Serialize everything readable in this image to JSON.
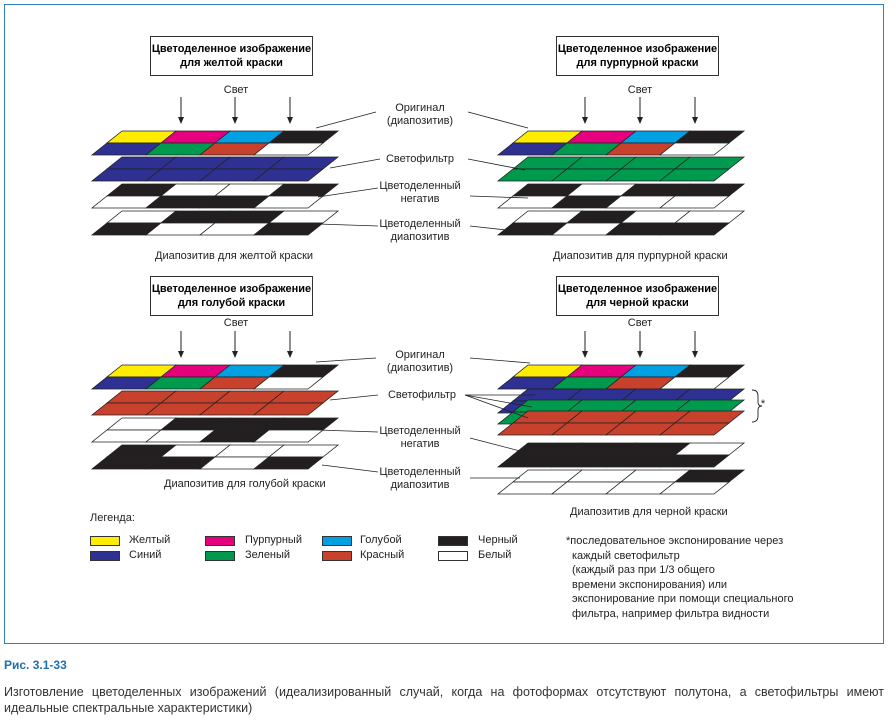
{
  "colors": {
    "yellow": "#ffec00",
    "blue": "#2e3192",
    "magenta": "#e6007e",
    "green": "#009a4e",
    "cyan": "#00a0e3",
    "red": "#c8412d",
    "black": "#231f20",
    "white": "#ffffff",
    "frame": "#2f7fbf",
    "figure_number": "#1f6fae"
  },
  "quadrants": {
    "yellow": {
      "title_line1": "Цветоделенное изображение",
      "title_line2": "для желтой краски",
      "light": "Свет",
      "caption": "Диапозитив для желтой краски"
    },
    "magenta": {
      "title_line1": "Цветоделенное изображение",
      "title_line2": "для пурпурной краски",
      "light": "Свет",
      "caption": "Диапозитив для пурпурной краски"
    },
    "cyan": {
      "title_line1": "Цветоделенное изображение",
      "title_line2": "для голубой краски",
      "light": "Свет",
      "caption": "Диапозитив для голубой краски"
    },
    "black": {
      "title_line1": "Цветоделенное изображение",
      "title_line2": "для черной краски",
      "light": "Свет",
      "caption": "Диапозитив для черной краски"
    }
  },
  "labels_top": {
    "original_1": "Оригинал",
    "original_2": "(диапозитив)",
    "filter": "Светофильтр",
    "negative_1": "Цветоделенный",
    "negative_2": "негатив",
    "positive_1": "Цветоделенный",
    "positive_2": "диапозитив"
  },
  "labels_bottom": {
    "original_1": "Оригинал",
    "original_2": "(диапозитив)",
    "filter": "Светофильтр",
    "negative_1": "Цветоделенный",
    "negative_2": "негатив",
    "positive_1": "Цветоделенный",
    "positive_2": "диапозитив"
  },
  "asterisk": "*",
  "legend": {
    "title": "Легенда:",
    "items": [
      {
        "label": "Желтый",
        "color": "#ffec00"
      },
      {
        "label": "Синий",
        "color": "#2e3192"
      },
      {
        "label": "Пурпурный",
        "color": "#e6007e"
      },
      {
        "label": "Зеленый",
        "color": "#009a4e"
      },
      {
        "label": "Голубой",
        "color": "#00a0e3"
      },
      {
        "label": "Красный",
        "color": "#c8412d"
      },
      {
        "label": "Черный",
        "color": "#231f20"
      },
      {
        "label": "Белый",
        "color": "#ffffff"
      }
    ]
  },
  "footnote": [
    "*последовательное экспонирование через",
    "каждый светофильтр",
    "(каждый раз при 1/3 общего",
    "времени экспонирования) или",
    "экспонирование при помощи специального",
    "фильтра, например фильтра видности"
  ],
  "figure": {
    "number": "Рис. 3.1-33",
    "caption": "Изготовление цветоделенных изображений (идеализированный случай, когда на фотоформах отсутствуют полутона, а светофильтры имеют идеальные спектральные характеристики)"
  },
  "layers": {
    "yellow": {
      "original": [
        "yellow",
        "magenta",
        "cyan",
        "black",
        "blue",
        "green",
        "red",
        "white"
      ],
      "filter": "blue",
      "negative": [
        "black",
        "white",
        "white",
        "black",
        "white",
        "black",
        "black",
        "white"
      ],
      "positive": [
        "white",
        "black",
        "black",
        "white",
        "black",
        "white",
        "white",
        "black"
      ]
    },
    "magenta": {
      "original": [
        "yellow",
        "magenta",
        "cyan",
        "black",
        "blue",
        "green",
        "red",
        "white"
      ],
      "filter": "green",
      "negative": [
        "black",
        "white",
        "black",
        "black",
        "white",
        "black",
        "white",
        "white"
      ],
      "positive": [
        "white",
        "black",
        "white",
        "white",
        "black",
        "white",
        "black",
        "black"
      ]
    },
    "cyan": {
      "original": [
        "yellow",
        "magenta",
        "cyan",
        "black",
        "blue",
        "green",
        "red",
        "white"
      ],
      "filter": "red",
      "negative": [
        "white",
        "black",
        "black",
        "black",
        "white",
        "white",
        "black",
        "white"
      ],
      "positive": [
        "black",
        "white",
        "white",
        "white",
        "black",
        "black",
        "white",
        "black"
      ]
    },
    "black": {
      "original": [
        "yellow",
        "magenta",
        "cyan",
        "black",
        "blue",
        "green",
        "red",
        "white"
      ],
      "filters": [
        "blue",
        "green",
        "red"
      ],
      "negative": [
        "black",
        "black",
        "black",
        "white",
        "black",
        "black",
        "black",
        "black"
      ],
      "positive": [
        "white",
        "white",
        "white",
        "black",
        "white",
        "white",
        "white",
        "white"
      ]
    }
  }
}
